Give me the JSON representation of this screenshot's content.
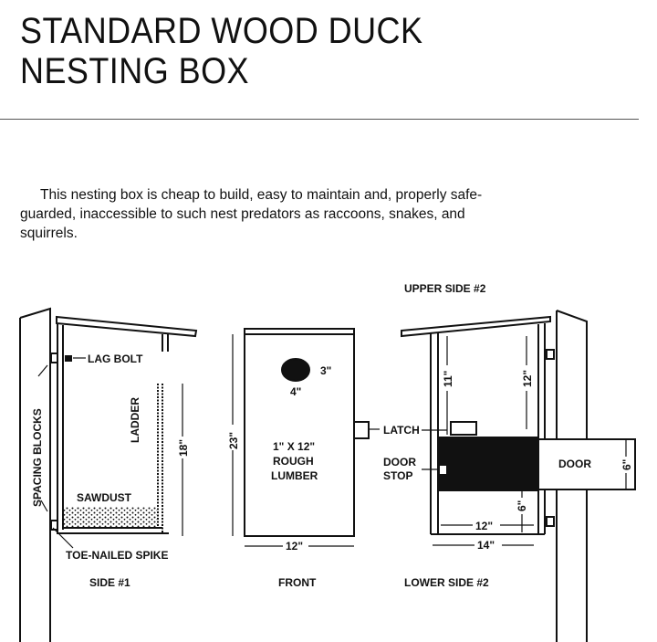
{
  "title_line1": "STANDARD WOOD DUCK",
  "title_line2": "NESTING BOX",
  "intro": "This nesting box is cheap to build, easy to maintain and, properly safe-guarded, inaccessible to such nest predators as raccoons, snakes, and squirrels.",
  "side1": {
    "lag_bolt": "LAG BOLT",
    "spacing_blocks": "SPACING BLOCKS",
    "ladder": "LADDER",
    "height": "18\"",
    "sawdust": "SAWDUST",
    "spike": "TOE-NAILED SPIKE",
    "caption": "SIDE #1"
  },
  "front": {
    "hole_h": "3\"",
    "hole_w": "4\"",
    "height": "23\"",
    "lumber1": "1\" X 12\"",
    "lumber2": "ROUGH",
    "lumber3": "LUMBER",
    "width": "12\"",
    "caption": "FRONT"
  },
  "side2": {
    "upper_caption": "UPPER SIDE #2",
    "latch": "LATCH",
    "door_stop1": "DOOR",
    "door_stop2": "STOP",
    "door": "DOOR",
    "dim11": "11\"",
    "dim12v": "12\"",
    "dim6door": "6\"",
    "dim6": "6\"",
    "dim12": "12\"",
    "dim14": "14\"",
    "lower_caption": "LOWER SIDE #2"
  }
}
